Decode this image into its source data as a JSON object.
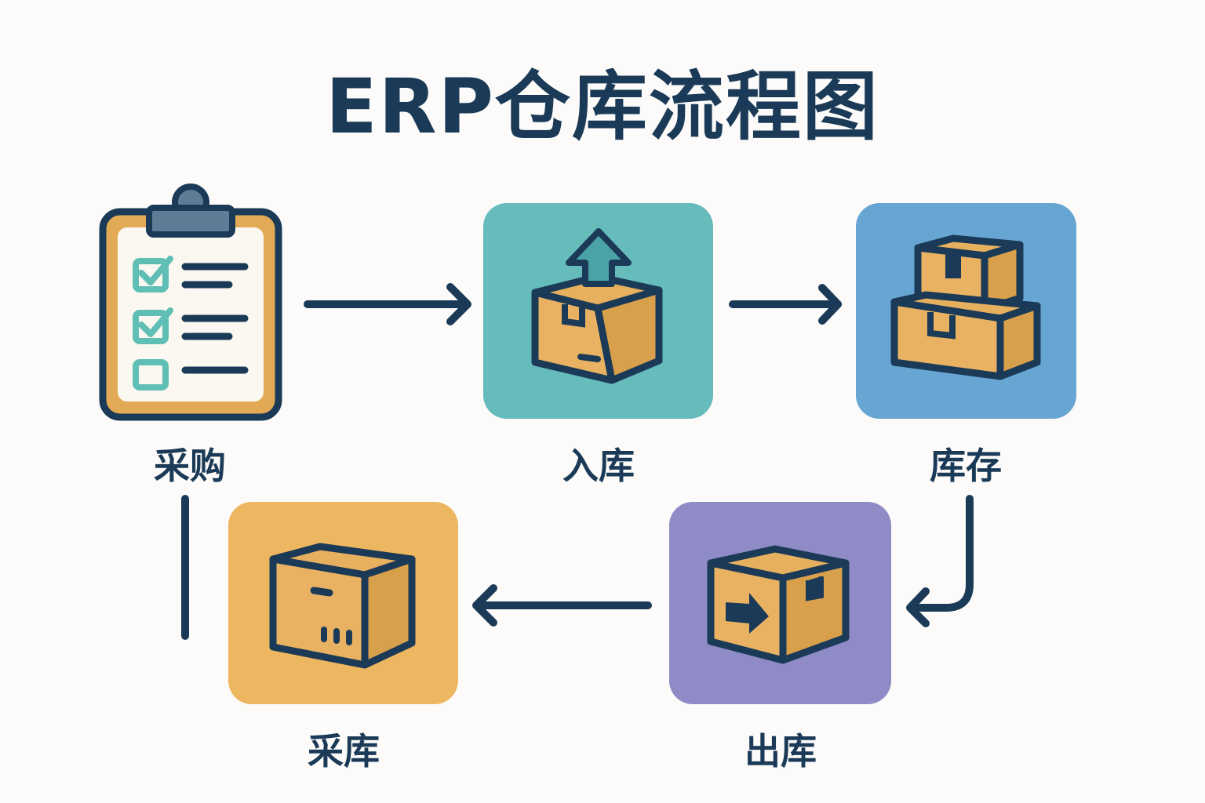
{
  "title": "ERP仓库流程图",
  "colors": {
    "ink": "#1b3a57",
    "teal": "#66bbbb",
    "blue": "#67a5d3",
    "orange": "#edb660",
    "purple": "#8f8bc6",
    "box": "#e8b262",
    "check": "#5fbfb4",
    "clipboard_border": "#e3aa55",
    "background": "#fcfbf9"
  },
  "nodes": [
    {
      "id": "purchase",
      "label": "采购",
      "icon": "clipboard-checklist-icon"
    },
    {
      "id": "inbound",
      "label": "入库",
      "icon": "box-up-arrow-icon"
    },
    {
      "id": "inventory",
      "label": "库存",
      "icon": "stacked-boxes-icon"
    },
    {
      "id": "outbound",
      "label": "出库",
      "icon": "box-right-arrow-icon"
    },
    {
      "id": "warehouse",
      "label": "采库",
      "icon": "box-icon"
    }
  ],
  "edges": [
    {
      "from": "purchase",
      "to": "inbound",
      "style": "arrow"
    },
    {
      "from": "inbound",
      "to": "inventory",
      "style": "arrow"
    },
    {
      "from": "inventory",
      "to": "outbound",
      "style": "curved-arrow"
    },
    {
      "from": "outbound",
      "to": "warehouse",
      "style": "arrow"
    },
    {
      "from": "warehouse",
      "to": "purchase",
      "style": "line"
    }
  ]
}
